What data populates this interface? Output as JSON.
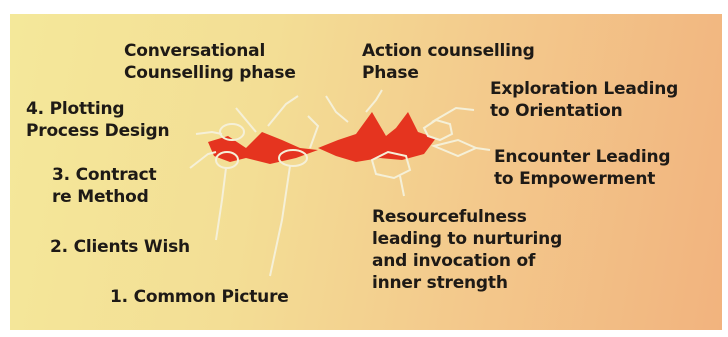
{
  "diagram": {
    "labels": {
      "conversational": "Conversational\nCounselling phase",
      "action": "Action counselling\nPhase",
      "exploration": "Exploration Leading\nto Orientation",
      "plotting": "4. Plotting\nProcess Design",
      "encounter": "Encounter Leading\nto Empowerment",
      "contract": "3. Contract\nre Method",
      "resourcefulness": "Resourcefulness\nleading to nurturing\nand invocation of\ninner strength",
      "clients_wish": "2. Clients Wish",
      "common_picture": "1. Common Picture"
    },
    "colors": {
      "panel_left": "#f4e89a",
      "panel_right": "#f2b37e",
      "shape_fill": "#e5341f",
      "line": "#f5f0d8",
      "text": "#1e1a16"
    }
  }
}
